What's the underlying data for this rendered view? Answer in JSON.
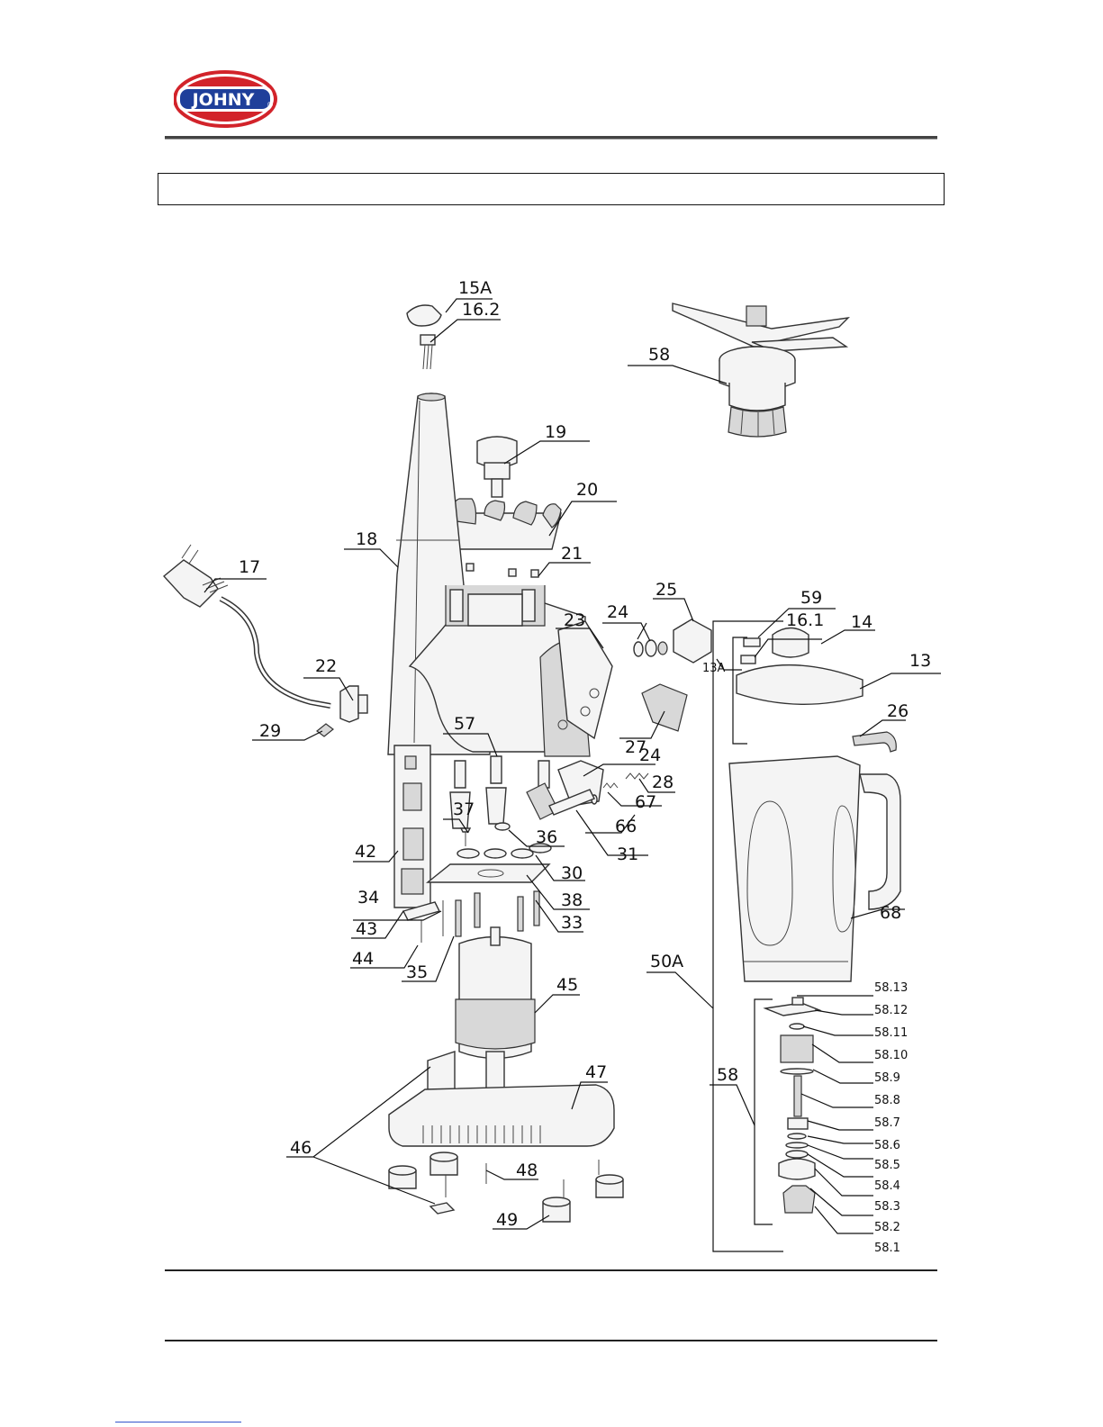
{
  "header": {
    "logo_text": "JOHNY",
    "logo_mark": "®"
  },
  "title_box_text": "",
  "diagram": {
    "labels": {
      "p15A": "15A",
      "p16_2": "16.2",
      "p58_top": "58",
      "p19": "19",
      "p20": "20",
      "p18": "18",
      "p17": "17",
      "p21": "21",
      "p59": "59",
      "p16_1": "16.1",
      "p14": "14",
      "p25": "25",
      "p24a": "24",
      "p23": "23",
      "p13A": "13A",
      "p13": "13",
      "p22": "22",
      "p26": "26",
      "p29": "29",
      "p27": "27",
      "p57": "57",
      "p24b": "24",
      "p28": "28",
      "p67": "67",
      "p37": "37",
      "p66": "66",
      "p36": "36",
      "p42": "42",
      "p31": "31",
      "p30": "30",
      "p34": "34",
      "p38": "38",
      "p43": "43",
      "p33": "33",
      "p68": "68",
      "p44": "44",
      "p35": "35",
      "p50A": "50A",
      "p45": "45",
      "p47": "47",
      "p58_side": "58",
      "p46": "46",
      "p48": "48",
      "p49": "49",
      "p58_13": "58.13",
      "p58_12": "58.12",
      "p58_11": "58.11",
      "p58_10": "58.10",
      "p58_9": "58.9",
      "p58_8": "58.8",
      "p58_7": "58.7",
      "p58_6": "58.6",
      "p58_5": "58.5",
      "p58_4": "58.4",
      "p58_3": "58.3",
      "p58_2": "58.2",
      "p58_1": "58.1"
    }
  },
  "colors": {
    "logo_red": "#d2232a",
    "logo_blue": "#1f3f9a",
    "line": "#111111"
  }
}
